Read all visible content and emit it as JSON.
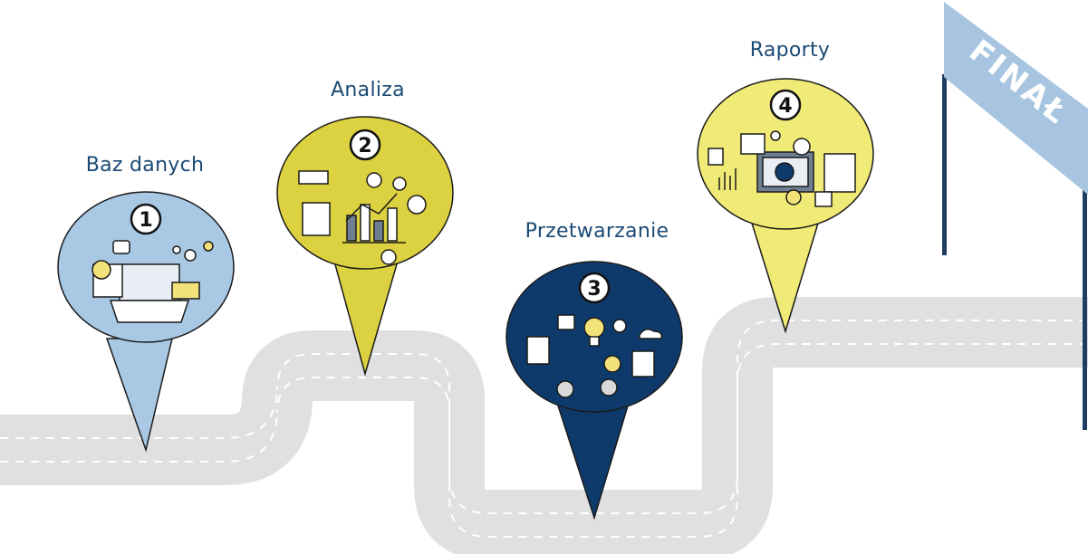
{
  "steps": [
    {
      "number": "1",
      "title": "Baz danych"
    },
    {
      "number": "2",
      "title": "Analiza"
    },
    {
      "number": "3",
      "title": "Przetwarzanie"
    },
    {
      "number": "4",
      "title": "Raporty"
    }
  ],
  "finish": {
    "label": "FINAŁ"
  },
  "colors": {
    "road": "#e0e0e0",
    "road_marking": "#ffffff",
    "step1": "#a8c8e4",
    "step2": "#dcd140",
    "step3": "#0e3a6b",
    "step4": "#f0ea76",
    "title": "#1b4a75",
    "flag": "#a7c5e0",
    "pole": "#1f3d63"
  }
}
